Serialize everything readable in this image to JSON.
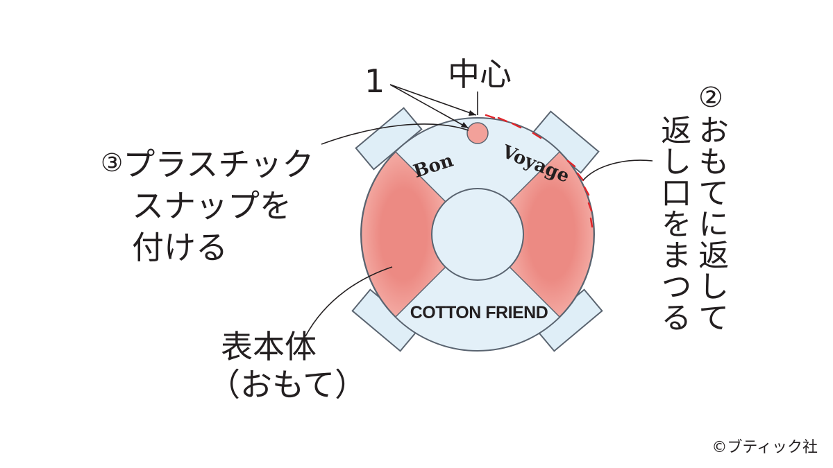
{
  "labels": {
    "number_one": "1",
    "center": "中心",
    "step3_mark": "③",
    "step3_line1": "プラスチック",
    "step3_line2": "スナップを",
    "step3_line3": "付ける",
    "body_line1": "表本体",
    "body_line2": "（おもて）",
    "step2_mark": "②",
    "step2_col1": "おもてに返して",
    "step2_col2": "返し口をまつる"
  },
  "ring_text": {
    "top_left": "Bon",
    "top_right": "Voyage",
    "bottom": "COTTON FRIEND"
  },
  "credit": "©ブティック社",
  "colors": {
    "ring_red": "#ec8a83",
    "ring_light": "#e3f0f8",
    "outline": "#5a6470",
    "stitch_red": "#e0262b",
    "snap": "#f2a19a"
  }
}
